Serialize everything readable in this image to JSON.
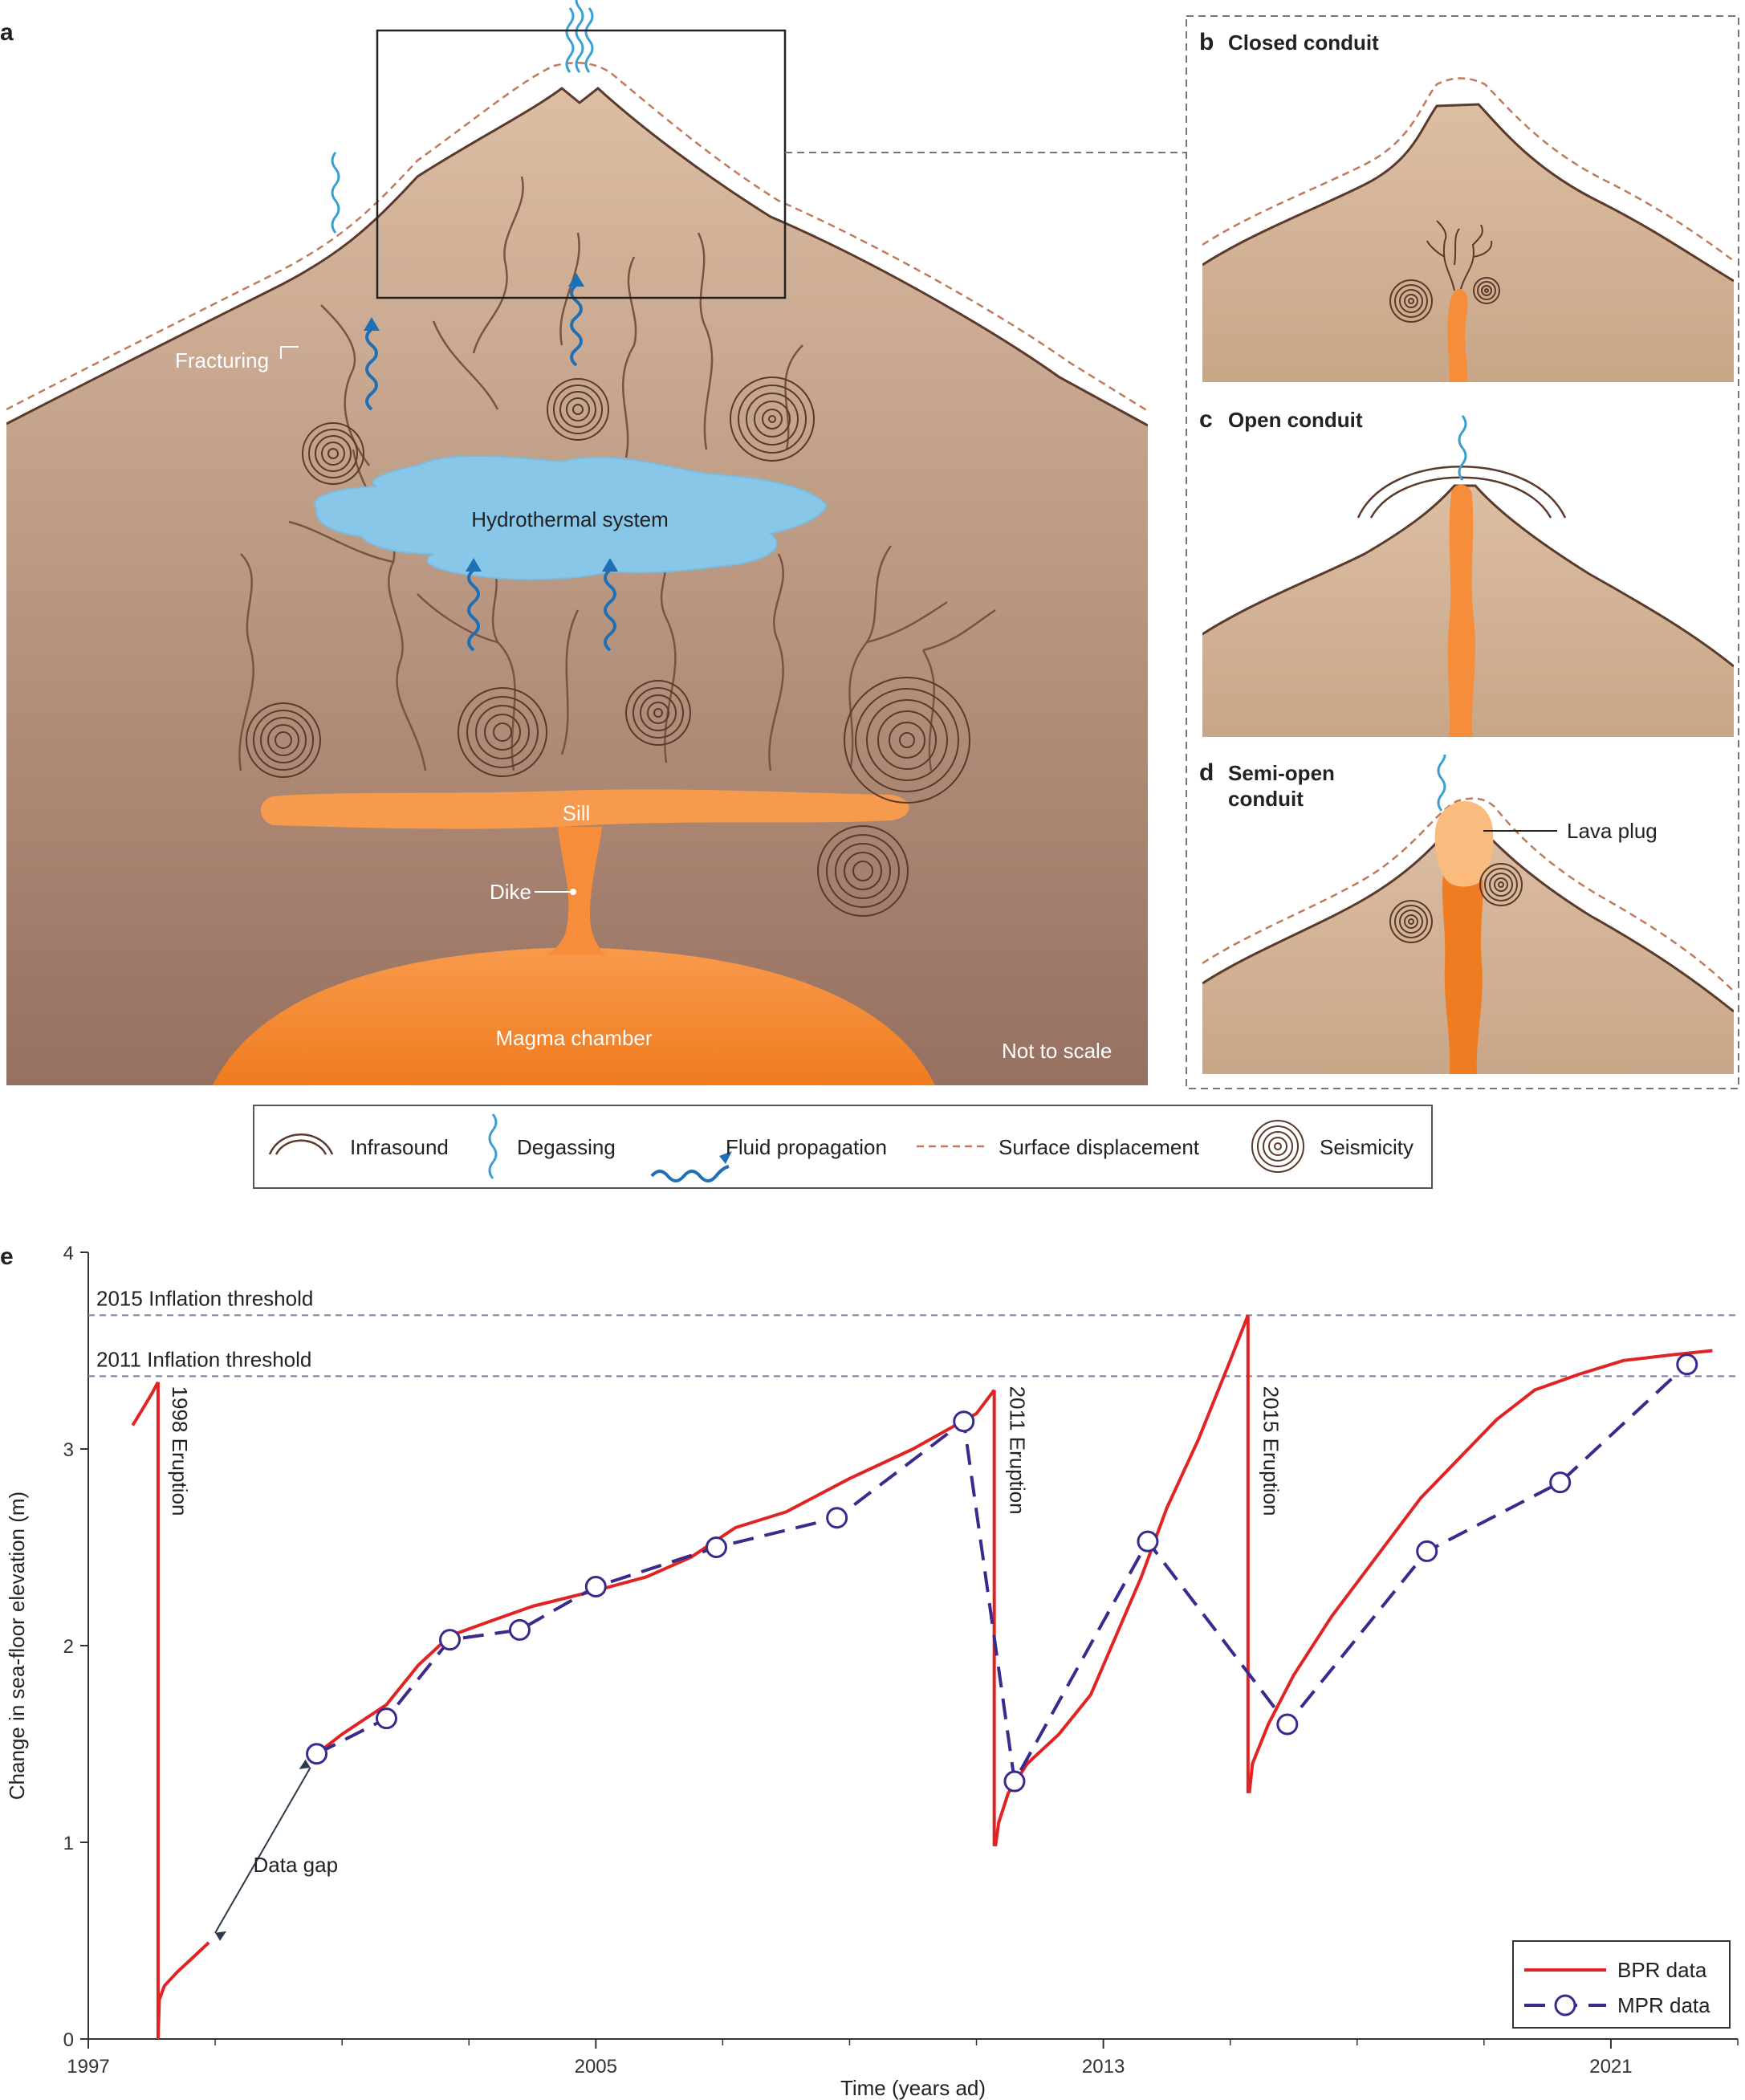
{
  "panels": {
    "a": {
      "letter": "a",
      "labels": {
        "fracturing": "Fracturing",
        "hydrothermal": "Hydrothermal system",
        "sill": "Sill",
        "dike": "Dike",
        "magma_chamber": "Magma chamber",
        "not_to_scale": "Not to scale"
      }
    },
    "b": {
      "letter": "b",
      "title": "Closed conduit"
    },
    "c": {
      "letter": "c",
      "title": "Open conduit"
    },
    "d": {
      "letter": "d",
      "title_line1": "Semi-open",
      "title_line2": "conduit",
      "lava_plug": "Lava plug"
    },
    "e": {
      "letter": "e"
    }
  },
  "legend": {
    "items": [
      {
        "icon": "infrasound-icon",
        "label": "Infrasound"
      },
      {
        "icon": "degassing-icon",
        "label": "Degassing"
      },
      {
        "icon": "fluid-propagation-icon",
        "label": "Fluid propagation"
      },
      {
        "icon": "surface-displacement-icon",
        "label": "Surface displacement"
      },
      {
        "icon": "seismicity-icon",
        "label": "Seismicity"
      }
    ]
  },
  "colors": {
    "rock_top": "#d9b99c",
    "rock_bottom": "#9a7565",
    "magma": "#f58a33",
    "hydrothermal": "#88c6e8",
    "fluid_arrow": "#1f6fb4",
    "degas": "#3aa0d0",
    "bpr": "#e02424",
    "mpr": "#3b2a8c",
    "threshold": "#7a7fa0"
  },
  "chart_data": {
    "type": "line",
    "xlabel": "Time (years ad)",
    "ylabel": "Change in sea-floor elevation (m)",
    "xlim": [
      1997,
      2023
    ],
    "ylim": [
      0,
      4
    ],
    "x_ticks": [
      1997,
      2005,
      2013,
      2021
    ],
    "y_ticks": [
      0,
      1,
      2,
      3,
      4
    ],
    "thresholds": [
      {
        "name": "2015 Inflation threshold",
        "y": 3.68
      },
      {
        "name": "2011 Inflation threshold",
        "y": 3.37
      }
    ],
    "eruptions": [
      {
        "label": "1998 Eruption",
        "x": 1998.1
      },
      {
        "label": "2011 Eruption",
        "x": 2011.3
      },
      {
        "label": "2015 Eruption",
        "x": 2015.3
      }
    ],
    "annotation": "Data gap",
    "legend_position": "bottom-right",
    "series": [
      {
        "name": "BPR data",
        "segments": [
          {
            "x": [
              1997.7,
              1997.85,
              1998.0,
              1998.1
            ],
            "y": [
              3.12,
              3.2,
              3.28,
              3.34
            ]
          },
          {
            "x": [
              1998.1,
              1998.12,
              1998.2,
              1998.4,
              1998.6,
              1998.9
            ],
            "y": [
              0.0,
              0.2,
              0.27,
              0.34,
              0.4,
              0.49
            ]
          },
          {
            "x": [
              2000.6,
              2001.0,
              2001.7,
              2002.2,
              2002.7,
              2003.3,
              2004.0,
              2005.0,
              2005.8,
              2006.5,
              2007.2,
              2008.0,
              2009.0,
              2010.0,
              2011.0,
              2011.28
            ],
            "y": [
              1.45,
              1.55,
              1.7,
              1.9,
              2.05,
              2.12,
              2.2,
              2.28,
              2.35,
              2.45,
              2.6,
              2.68,
              2.85,
              3.0,
              3.18,
              3.3
            ]
          },
          {
            "x": [
              2011.3,
              2011.35,
              2011.5,
              2011.8,
              2012.3,
              2012.8,
              2013.2,
              2013.6,
              2014.0,
              2014.5,
              2015.0,
              2015.28
            ],
            "y": [
              0.98,
              1.1,
              1.25,
              1.4,
              1.55,
              1.75,
              2.05,
              2.35,
              2.7,
              3.05,
              3.45,
              3.68
            ]
          },
          {
            "x": [
              2015.3,
              2015.35,
              2015.6,
              2016.0,
              2016.6,
              2017.3,
              2018.0,
              2018.6,
              2019.2,
              2019.8,
              2020.5,
              2021.2,
              2022.0,
              2022.6
            ],
            "y": [
              1.25,
              1.4,
              1.6,
              1.85,
              2.15,
              2.45,
              2.75,
              2.95,
              3.15,
              3.3,
              3.38,
              3.45,
              3.48,
              3.5
            ]
          }
        ]
      },
      {
        "name": "MPR data",
        "x": [
          2000.6,
          2001.7,
          2002.7,
          2003.8,
          2005.0,
          2006.9,
          2008.8,
          2010.8,
          2011.6,
          2013.7,
          2015.9,
          2018.1,
          2020.2,
          2022.2
        ],
        "y": [
          1.45,
          1.63,
          2.03,
          2.08,
          2.3,
          2.5,
          2.65,
          3.14,
          1.31,
          2.53,
          1.6,
          2.48,
          2.83,
          3.43
        ]
      }
    ]
  }
}
